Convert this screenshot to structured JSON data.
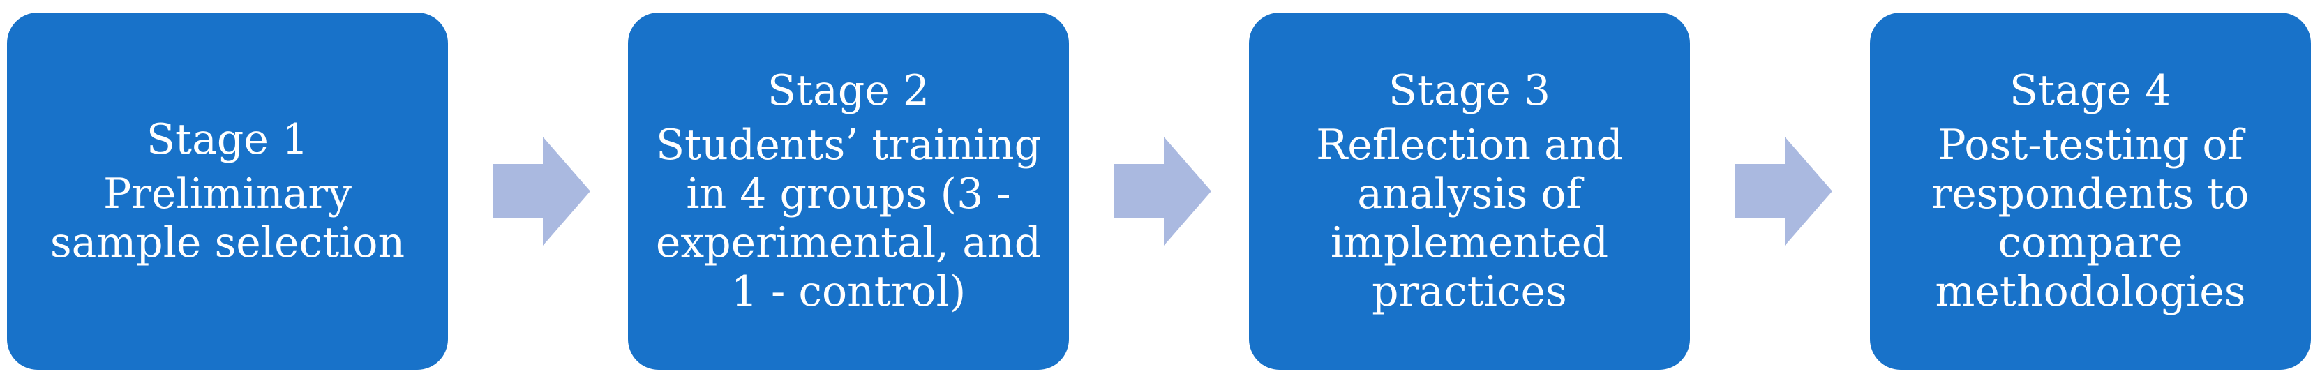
{
  "colors": {
    "box": "#1872c9",
    "text": "#ffffff",
    "arrow": "#aab9e0"
  },
  "stages": [
    {
      "title": "Stage 1",
      "lines": [
        "Preliminary",
        "sample selection"
      ]
    },
    {
      "title": "Stage 2",
      "lines": [
        "Students’ training",
        "in 4 groups (3 -",
        "experimental, and",
        "1 - control)"
      ]
    },
    {
      "title": "Stage 3",
      "lines": [
        "Reflection and",
        "analysis of",
        "implemented",
        "practices"
      ]
    },
    {
      "title": "Stage 4",
      "lines": [
        "Post-testing of",
        "respondents to",
        "compare",
        "methodologies"
      ]
    }
  ]
}
